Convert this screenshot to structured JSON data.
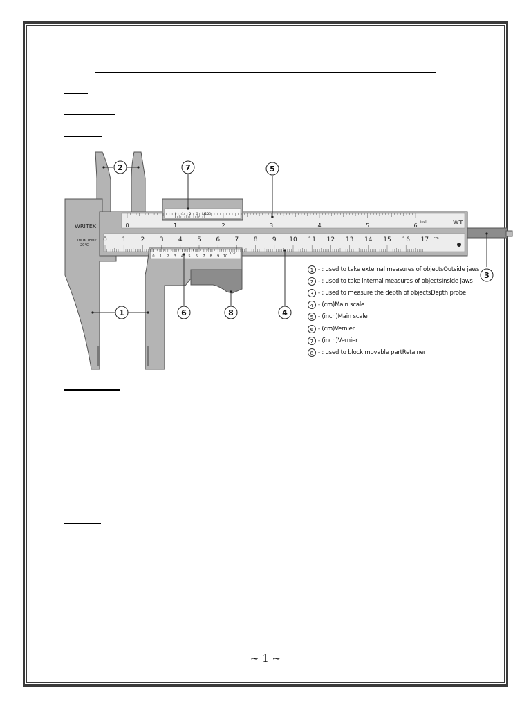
{
  "figure": {
    "callouts": [
      "1",
      "2",
      "3",
      "4",
      "5",
      "6",
      "7",
      "8"
    ],
    "brand": "WRITEK",
    "brand_sub_1": "INOX TEMP",
    "brand_sub_2": "20°C",
    "corner_mark": "WT",
    "inch_unit": "inch",
    "cm_unit": "cm",
    "inch_numbers": [
      "0",
      "1",
      "2",
      "3",
      "4",
      "5",
      "6"
    ],
    "cm_numbers": [
      "0",
      "1",
      "2",
      "3",
      "4",
      "5",
      "6",
      "7",
      "8",
      "9",
      "10",
      "11",
      "12",
      "13",
      "14",
      "15",
      "16",
      "17"
    ],
    "vernier_inch_numbers": [
      "0",
      "1",
      "2",
      "3",
      "4",
      "5",
      "6",
      "7",
      "8"
    ],
    "vernier_inch_fraction": "1/128",
    "vernier_cm_numbers": [
      "0",
      "1",
      "2",
      "3",
      "4",
      "5",
      "6",
      "7",
      "8",
      "9",
      "10"
    ],
    "vernier_cm_fraction": "1/20"
  },
  "legend": [
    {
      "num": "1",
      "text": "- : used to take external measures of objectsOutside jaws"
    },
    {
      "num": "2",
      "text": "- : used to take internal measures of objectsInside jaws"
    },
    {
      "num": "3",
      "text": "- : used to measure the depth of objectsDepth probe"
    },
    {
      "num": "4",
      "text": "- (cm)Main scale"
    },
    {
      "num": "5",
      "text": "- (inch)Main scale"
    },
    {
      "num": "6",
      "text": "- (cm)Vernier"
    },
    {
      "num": "7",
      "text": "- (inch)Vernier"
    },
    {
      "num": "8",
      "text": "- : used to block movable partRetainer"
    }
  ],
  "footer": {
    "page_number": "~ 1 ~"
  },
  "colors": {
    "body": "#b4b4b4",
    "body_dark": "#7a7a7a",
    "scale_face": "#ededed",
    "frame": "#3a3a3a"
  }
}
